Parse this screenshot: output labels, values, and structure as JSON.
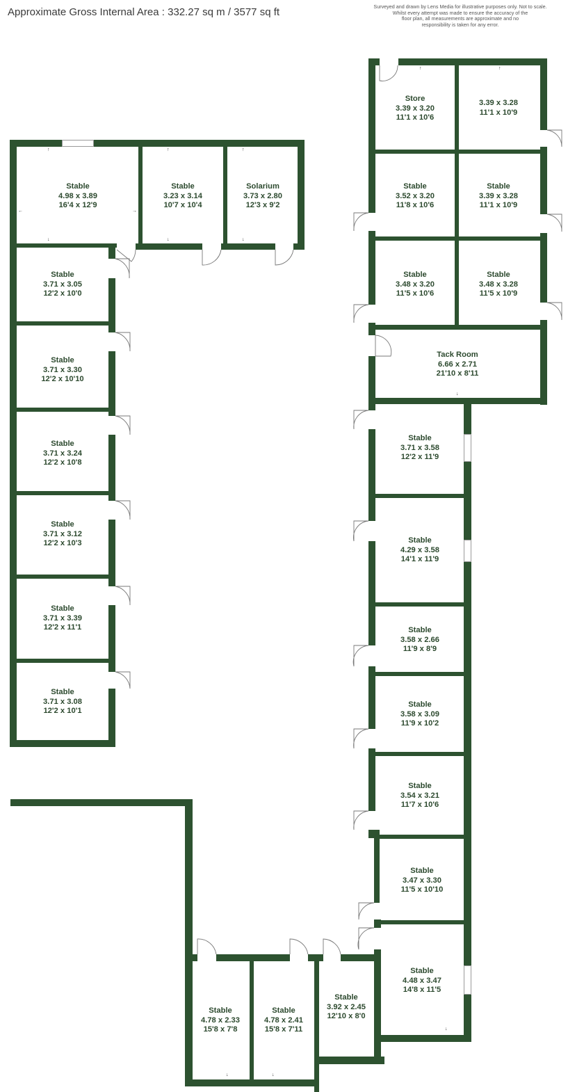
{
  "header": {
    "gross_internal_area": "Approximate Gross Internal Area : 332.27 sq m / 3577 sq ft"
  },
  "disclaimer": {
    "lines": [
      "Surveyed and drawn by Lens Media for illustrative purposes only. Not to scale.",
      "Whilst every attempt was made to ensure the accuracy of the",
      "floor plan, all measurements are approximate and no",
      "responsibility is taken for any error."
    ]
  },
  "colors": {
    "wall": "#2d5230",
    "label": "#2d4a2f",
    "background": "#ffffff"
  },
  "rooms": [
    {
      "name": "Stable",
      "metric": "4.98 x 3.89",
      "imperial": "16'4 x 12'9"
    },
    {
      "name": "Stable",
      "metric": "3.23 x 3.14",
      "imperial": "10'7 x 10'4"
    },
    {
      "name": "Solarium",
      "metric": "3.73 x 2.80",
      "imperial": "12'3 x 9'2"
    },
    {
      "name": "Stable",
      "metric": "3.71 x 3.05",
      "imperial": "12'2 x 10'0"
    },
    {
      "name": "Stable",
      "metric": "3.71 x 3.30",
      "imperial": "12'2 x 10'10"
    },
    {
      "name": "Stable",
      "metric": "3.71 x 3.24",
      "imperial": "12'2 x 10'8"
    },
    {
      "name": "Stable",
      "metric": "3.71 x 3.12",
      "imperial": "12'2 x 10'3"
    },
    {
      "name": "Stable",
      "metric": "3.71 x 3.39",
      "imperial": "12'2 x 11'1"
    },
    {
      "name": "Stable",
      "metric": "3.71 x 3.08",
      "imperial": "12'2 x 10'1"
    },
    {
      "name": "Store",
      "metric": "3.39 x 3.20",
      "imperial": "11'1 x 10'6"
    },
    {
      "name": "",
      "metric": "3.39 x 3.28",
      "imperial": "11'1 x 10'9"
    },
    {
      "name": "Stable",
      "metric": "3.52 x 3.20",
      "imperial": "11'8 x 10'6"
    },
    {
      "name": "Stable",
      "metric": "3.39 x 3.28",
      "imperial": "11'1 x 10'9"
    },
    {
      "name": "Stable",
      "metric": "3.48 x 3.20",
      "imperial": "11'5 x 10'6"
    },
    {
      "name": "Stable",
      "metric": "3.48 x 3.28",
      "imperial": "11'5 x 10'9"
    },
    {
      "name": "Tack Room",
      "metric": "6.66 x 2.71",
      "imperial": "21'10 x 8'11"
    },
    {
      "name": "Stable",
      "metric": "3.71 x 3.58",
      "imperial": "12'2 x 11'9"
    },
    {
      "name": "Stable",
      "metric": "4.29 x 3.58",
      "imperial": "14'1 x 11'9"
    },
    {
      "name": "Stable",
      "metric": "3.58 x 2.66",
      "imperial": "11'9 x 8'9"
    },
    {
      "name": "Stable",
      "metric": "3.58 x 3.09",
      "imperial": "11'9 x 10'2"
    },
    {
      "name": "Stable",
      "metric": "3.54 x 3.21",
      "imperial": "11'7 x 10'6"
    },
    {
      "name": "Stable",
      "metric": "3.47 x 3.30",
      "imperial": "11'5 x 10'10"
    },
    {
      "name": "Stable",
      "metric": "4.48 x 3.47",
      "imperial": "14'8 x 11'5"
    },
    {
      "name": "Stable",
      "metric": "4.78 x 2.33",
      "imperial": "15'8 x 7'8"
    },
    {
      "name": "Stable",
      "metric": "4.78 x 2.41",
      "imperial": "15'8 x 7'11"
    },
    {
      "name": "Stable",
      "metric": "3.92 x 2.45",
      "imperial": "12'10 x 8'0"
    }
  ]
}
